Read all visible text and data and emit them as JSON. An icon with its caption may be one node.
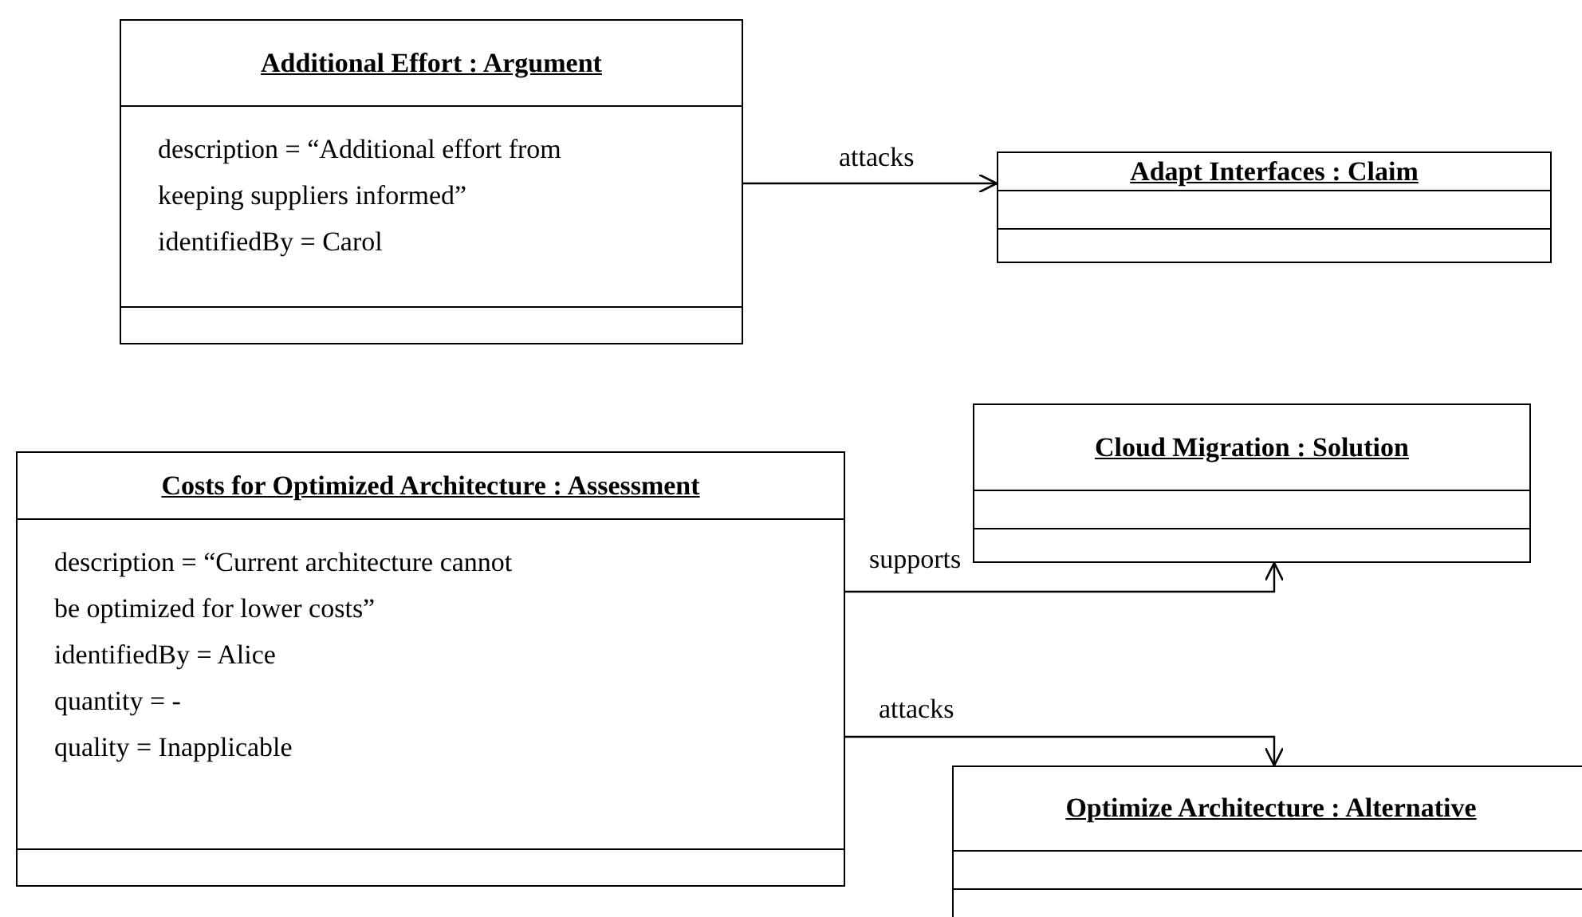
{
  "diagram": {
    "nodes": [
      {
        "text": [
          "Additional Effort : Argument",
          "description = “Additional effort from keeping suppliers informed”",
          "identifiedBy = Carol"
        ]
      },
      {
        "text": [
          "Adapt Interfaces : Claim"
        ]
      },
      {
        "text": [
          "Costs for Optimized Architecture : Assessment",
          "description = “Current architecture cannot be optimized for lower costs”",
          "identifiedBy = Alice",
          "quantity = -",
          "quality = Inapplicable"
        ]
      },
      {
        "text": [
          "Cloud Migration : Solution"
        ]
      },
      {
        "text": [
          "Optimize Architecture : Alternative"
        ]
      }
    ],
    "edges": [
      {
        "from": 0,
        "to": 1,
        "arrow": "to",
        "label": "attacks"
      },
      {
        "from": 2,
        "to": 3,
        "arrow": "to",
        "label": "supports"
      },
      {
        "from": 2,
        "to": 4,
        "arrow": "to",
        "label": "attacks"
      }
    ]
  }
}
